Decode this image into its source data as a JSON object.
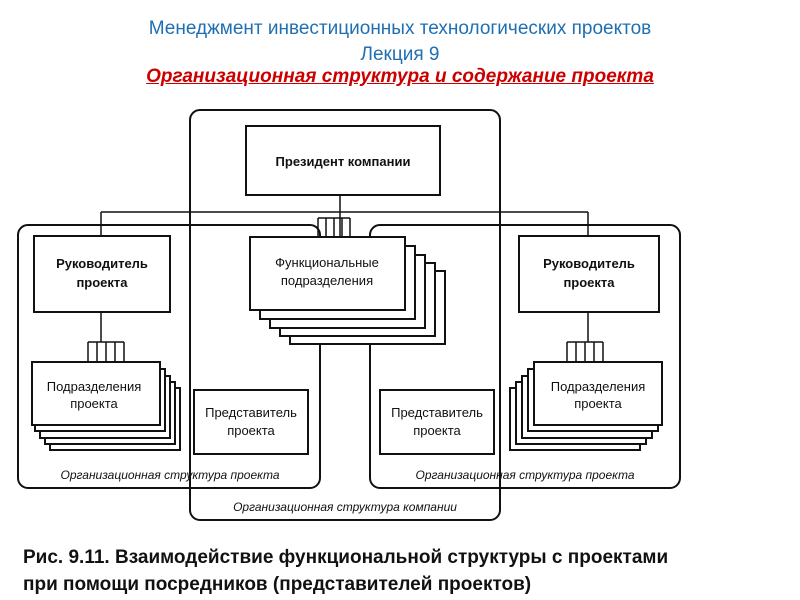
{
  "header": {
    "course_title": "Менеджмент инвестиционных технологических проектов",
    "lecture": "Лекция 9",
    "subtitle": "Организационная структура и содержание проекта"
  },
  "diagram": {
    "president": "Президент компании",
    "functional_units": [
      "Функциональные",
      "подразделения"
    ],
    "left_manager": [
      "Руководитель",
      "проекта"
    ],
    "right_manager": [
      "Руководитель",
      "проекта"
    ],
    "left_units": [
      "Подразделения",
      "проекта"
    ],
    "right_units": [
      "Подразделения",
      "проекта"
    ],
    "left_representative": [
      "Представитель",
      "проекта"
    ],
    "right_representative": [
      "Представитель",
      "проекта"
    ],
    "project_structure_label": "Организационная структура проекта",
    "company_structure_label": "Организационная структура компании"
  },
  "caption": {
    "line1": "Рис. 9.11. Взаимодействие функциональной структуры с проектами",
    "line2": "при помощи посредников (представителей проектов)"
  }
}
